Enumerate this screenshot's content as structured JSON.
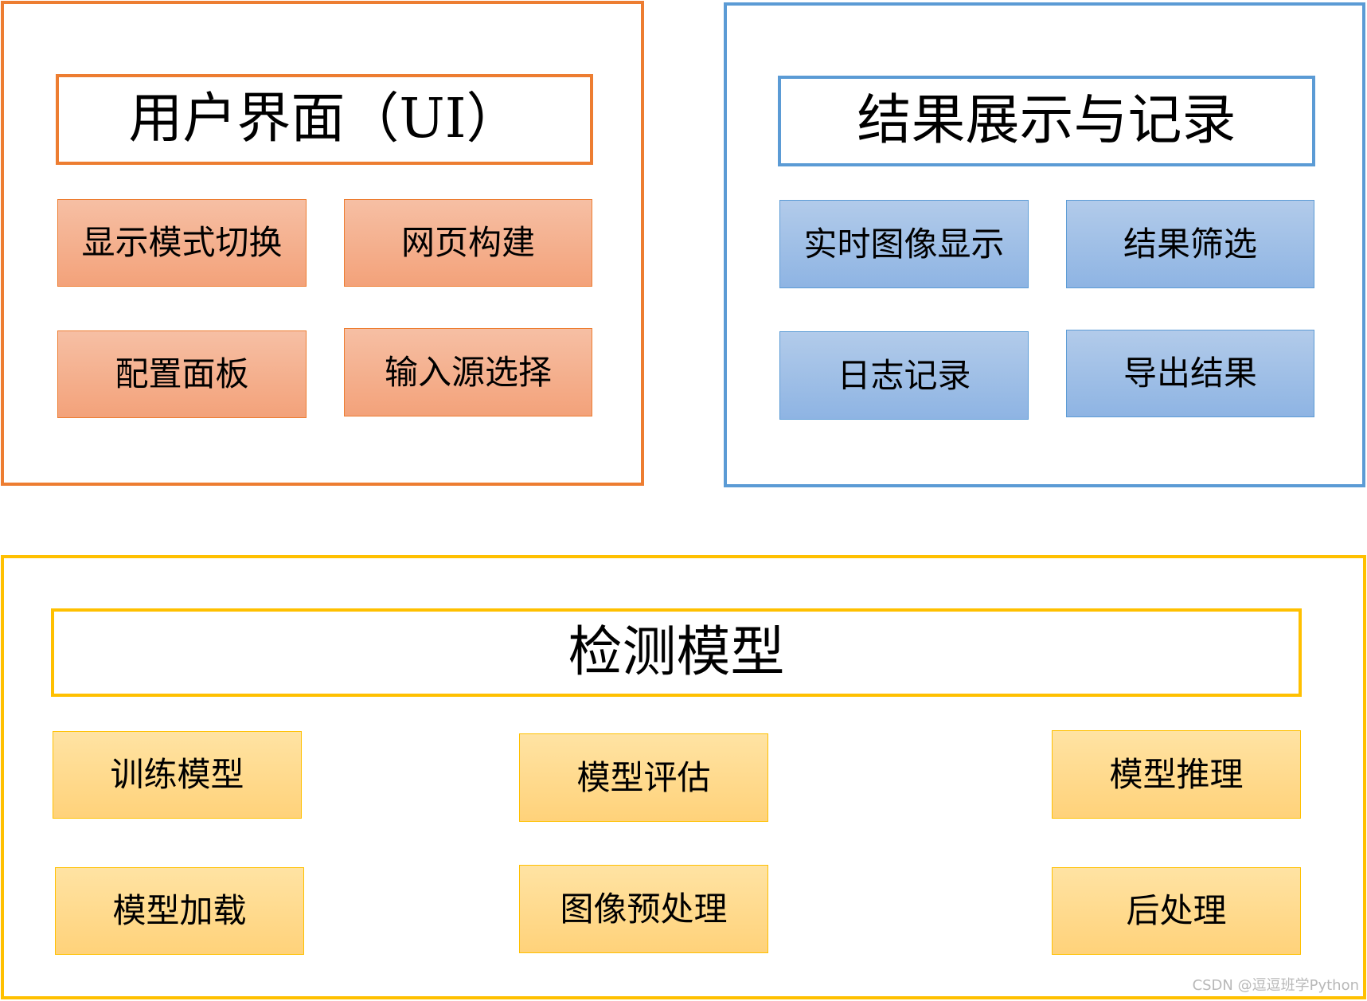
{
  "colors": {
    "ui_accent": "#ED7D31",
    "result_accent": "#5B9BD5",
    "detect_accent": "#FFC000"
  },
  "groups": {
    "ui": {
      "title": "用户界面（UI）",
      "items": [
        "显示模式切换",
        "网页构建",
        "配置面板",
        "输入源选择"
      ]
    },
    "result": {
      "title": "结果展示与记录",
      "items": [
        "实时图像显示",
        "结果筛选",
        "日志记录",
        "导出结果"
      ]
    },
    "detection": {
      "title": "检测模型",
      "items": [
        "训练模型",
        "模型评估",
        "模型推理",
        "模型加载",
        "图像预处理",
        "后处理"
      ]
    }
  },
  "watermark": "CSDN @逗逗班学Python"
}
